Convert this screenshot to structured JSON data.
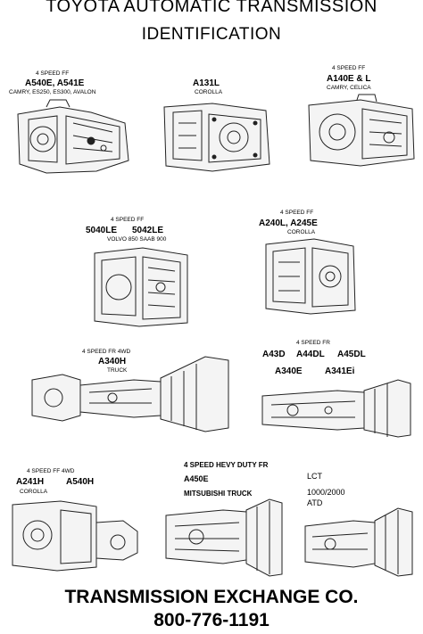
{
  "header": {
    "line1": "TOYOTA AUTOMATIC TRANSMISSION",
    "line2": "IDENTIFICATION"
  },
  "units": [
    {
      "top": "4 SPEED FF",
      "codes": "A540E, A541E",
      "vehicles": "CAMRY, ES250, ES300, AVALON"
    },
    {
      "codes": "A131L",
      "vehicles": "COROLLA"
    },
    {
      "top": "4 SPEED FF",
      "codes": "A140E & L",
      "vehicles": "CAMRY, CELICA"
    },
    {
      "top": "4 SPEED FF",
      "code_a": "5040LE",
      "code_b": "5042LE",
      "vehicles": "VOLVO 850  SAAB 900"
    },
    {
      "top": "4 SPEED FF",
      "codes": "A240L, A245E",
      "vehicles": "COROLLA"
    },
    {
      "top": "4 SPEED FR 4WD",
      "codes": "A340H",
      "vehicles": "TRUCK"
    },
    {
      "top": "4 SPEED FR",
      "code_a": "A43D",
      "code_b": "A44DL",
      "code_c": "A45DL",
      "code_d": "A340E",
      "code_e": "A341Ei"
    },
    {
      "top": "4 SPEED FF 4WD",
      "code_a": "A241H",
      "code_b": "A540H",
      "vehicles": "COROLLA"
    },
    {
      "top": "4 SPEED HEVY DUTY FR",
      "codes": "A450E",
      "vehicles": "MITSUBISHI TRUCK"
    },
    {
      "top": "LCT",
      "code_a": "1000/2000",
      "code_b": "ATD"
    }
  ],
  "footer": {
    "company": "TRANSMISSION EXCHANGE CO.",
    "phone": "800-776-1191"
  }
}
